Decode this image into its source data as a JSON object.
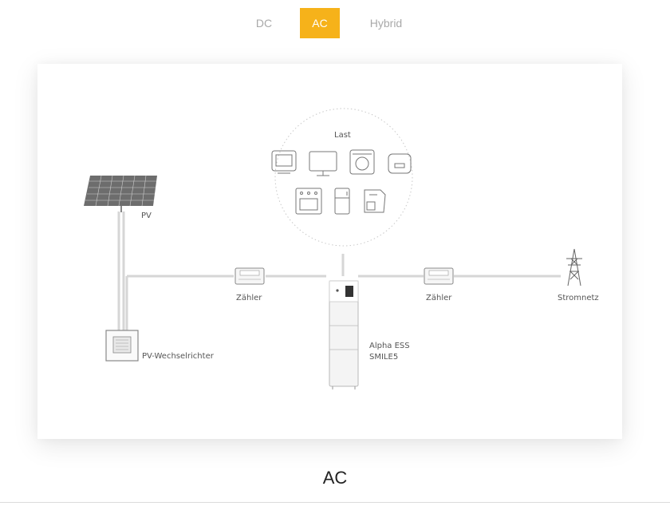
{
  "tabs": [
    {
      "label": "DC",
      "active": false
    },
    {
      "label": "AC",
      "active": true
    },
    {
      "label": "Hybrid",
      "active": false
    }
  ],
  "diagram": {
    "load_label": "Last",
    "pv_label": "PV",
    "inverter_label": "PV-Wechselrichter",
    "meter_left_label": "Zähler",
    "meter_right_label": "Zähler",
    "grid_label": "Stromnetz",
    "battery_label_line1": "Alpha ESS",
    "battery_label_line2": "SMILE5"
  },
  "caption": "AC",
  "colors": {
    "accent": "#f6b21a",
    "tab_inactive": "#a9a9a9"
  }
}
